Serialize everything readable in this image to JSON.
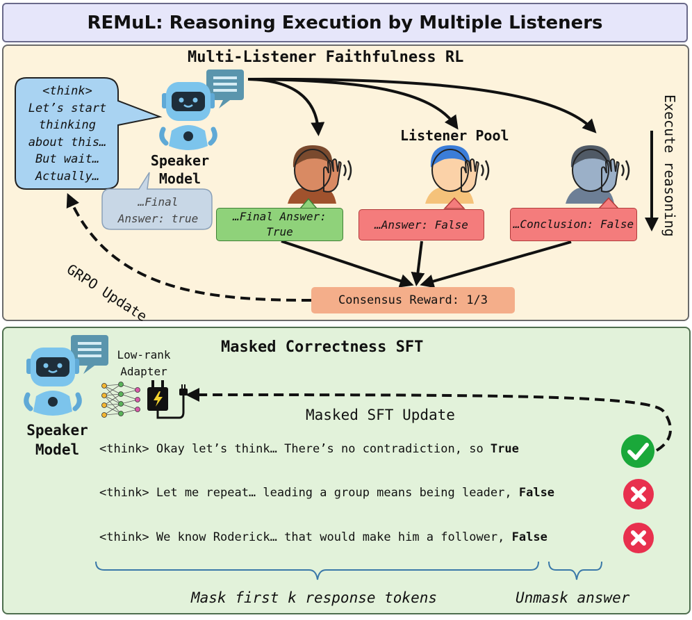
{
  "title": "REMuL: Reasoning Execution by Multiple Listeners",
  "top_section": {
    "heading": "Multi-Listener Faithfulness RL",
    "speaker_bubble": {
      "lines": [
        "<think>",
        "Let’s start",
        "thinking",
        "about this…",
        "But wait…",
        "Actually…"
      ]
    },
    "speaker_label": [
      "Speaker",
      "Model"
    ],
    "final_answer_bubble": [
      "…Final",
      "Answer: true"
    ],
    "listener_pool_label": "Listener Pool",
    "listeners": [
      {
        "answer": "…Final Answer: True",
        "verdict_color": "#8fd27a"
      },
      {
        "answer": "…Answer: False",
        "verdict_color": "#f47c7c"
      },
      {
        "answer": "…Conclusion: False",
        "verdict_color": "#f47c7c"
      }
    ],
    "consensus_reward": "Consensus Reward: 1/3",
    "grpo_update": "GRPO Update",
    "execute_reasoning": "Execute reasoning"
  },
  "bottom_section": {
    "heading": "Masked Correctness SFT",
    "adapter_label": [
      "Low-rank",
      "Adapter"
    ],
    "speaker_label": [
      "Speaker",
      "Model"
    ],
    "masked_sft_update": "Masked SFT Update",
    "responses": [
      {
        "prefix": "<think> Okay let’s think… There’s no contradiction, so ",
        "answer": "True",
        "correct": true
      },
      {
        "prefix": "<think> Let me repeat… leading a group means being leader, ",
        "answer": "False",
        "correct": false
      },
      {
        "prefix": "<think> We know Roderick… that would make him a follower, ",
        "answer": "False",
        "correct": false
      }
    ],
    "mask_caption": "Mask first k response tokens",
    "unmask_caption": "Unmask answer"
  },
  "colors": {
    "title_bg": "#e6e6fa",
    "top_panel_bg": "#fdf3dc",
    "bottom_panel_bg": "#e2f2da",
    "reward_box": "#f4ae8a",
    "correct": "#1aa83a",
    "incorrect": "#e8304e",
    "robot_blue": "#7cc4ec"
  }
}
